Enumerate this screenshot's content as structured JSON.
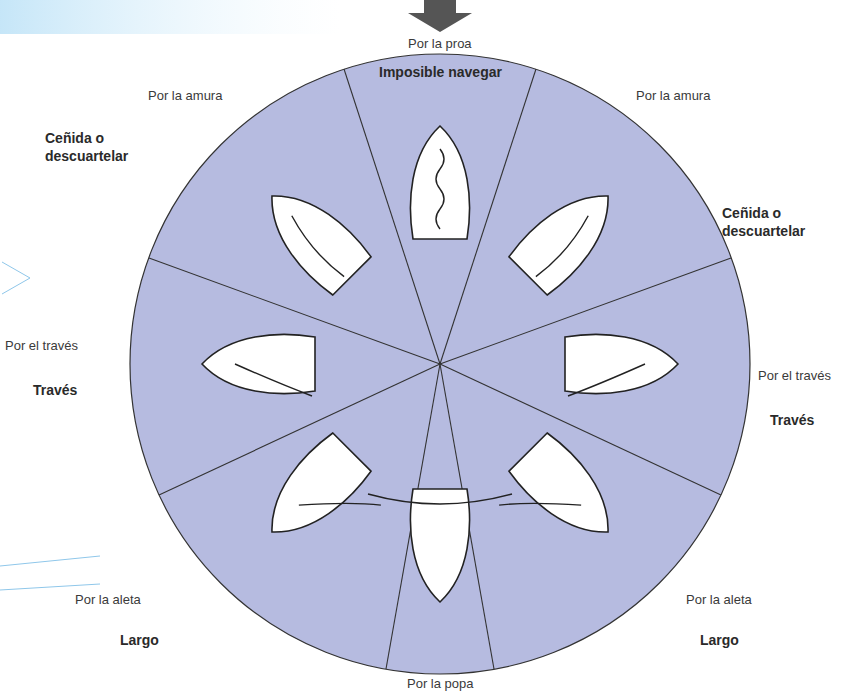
{
  "diagram": {
    "labels": [
      "Por la proa",
      "Imposible navegar",
      "Por la amura",
      "Por la amura",
      "Ceñida o descuartelar",
      "Ceñida o descuartelar",
      "Por el través",
      "Por el través",
      "Través",
      "Través",
      "Por la aleta",
      "Por la aleta",
      "Largo",
      "Largo",
      "Por la popa"
    ]
  }
}
